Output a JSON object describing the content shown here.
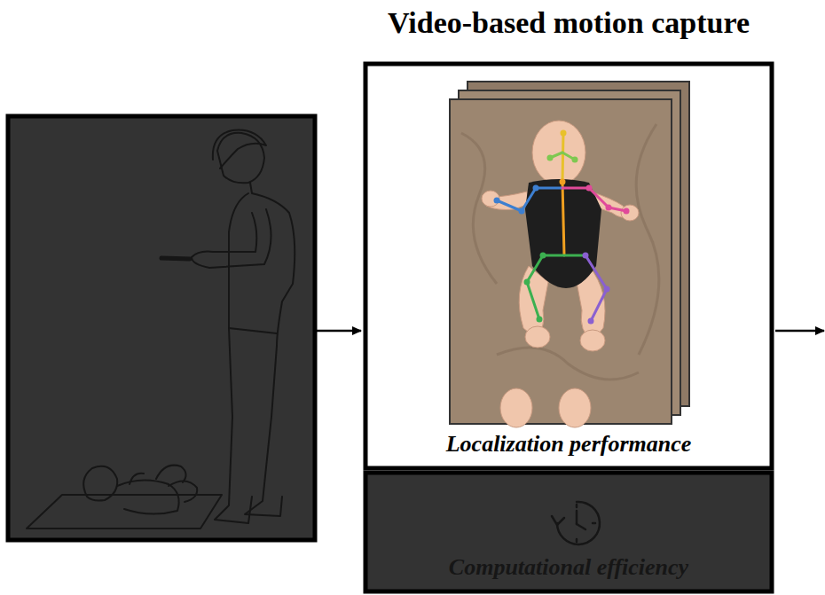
{
  "diagram": {
    "title": "Video-based motion capture",
    "nodes": [
      {
        "text": [
          "Localization performance"
        ]
      },
      {
        "text": [
          "Computational efficiency"
        ]
      }
    ]
  }
}
